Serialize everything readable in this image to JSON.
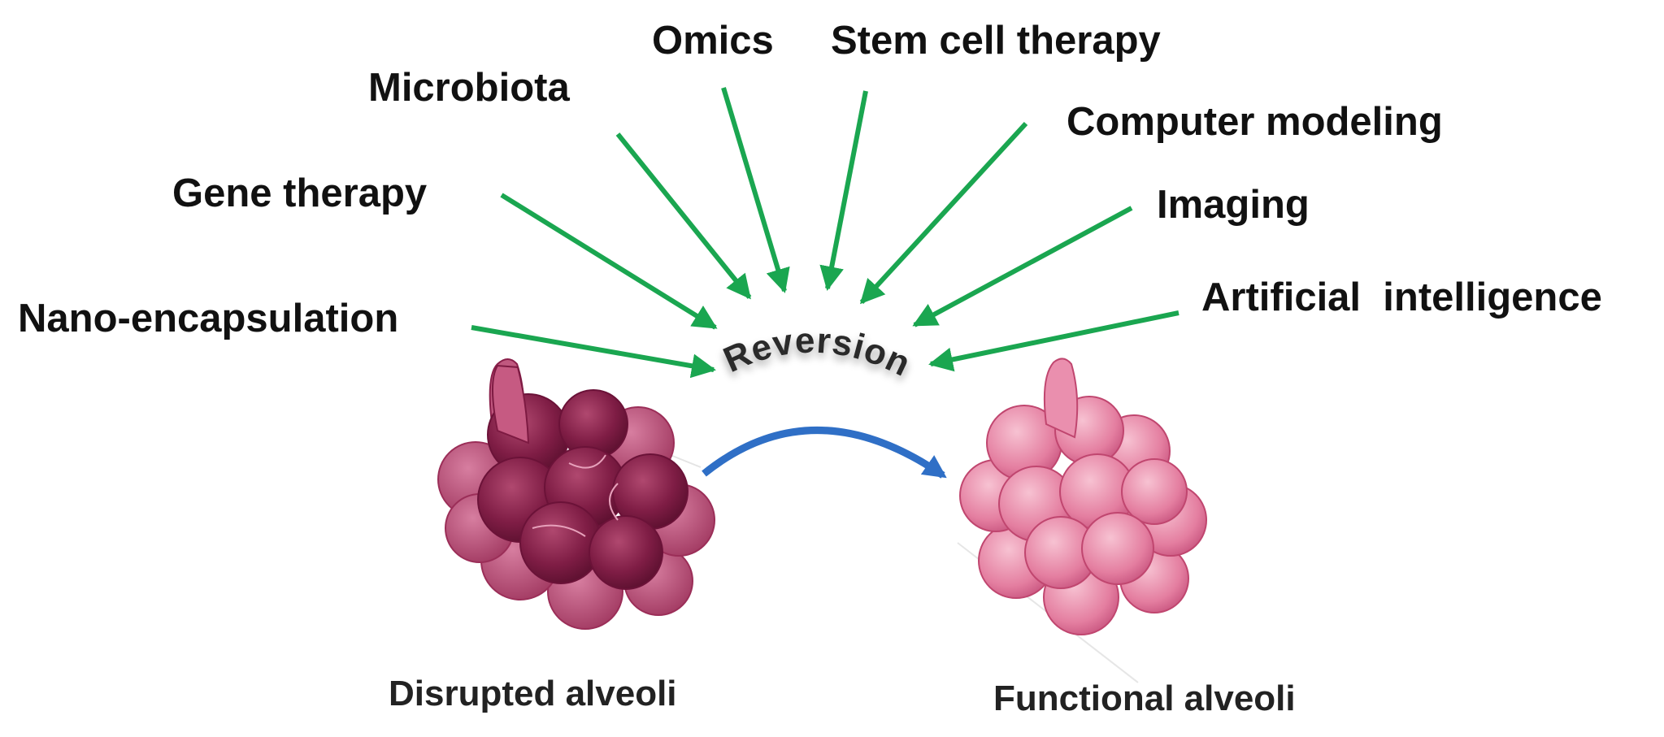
{
  "labels": {
    "omics": "Omics",
    "stem_cell_therapy": "Stem cell therapy",
    "microbiota": "Microbiota",
    "computer_modeling": "Computer modeling",
    "gene_therapy": "Gene therapy",
    "imaging": "Imaging",
    "nano_encapsulation": "Nano-encapsulation",
    "artificial_intelligence": "Artificial  intelligence"
  },
  "center_word": "Reversion",
  "captions": {
    "disrupted": "Disrupted alveoli",
    "functional": "Functional alveoli"
  },
  "colors": {
    "approach_arrows": "#1aa650",
    "transition_arrow": "#2f6fc6",
    "disrupted_alveoli": "#8a1f4a",
    "functional_alveoli": "#e58aa8"
  }
}
